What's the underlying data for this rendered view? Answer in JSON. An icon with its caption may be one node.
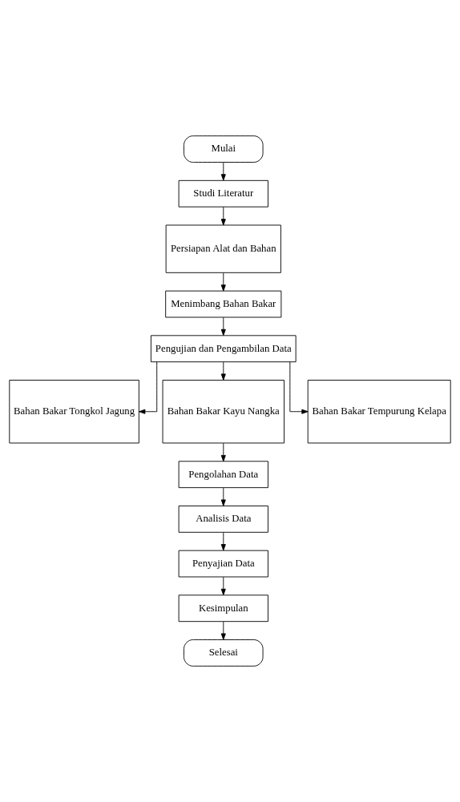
{
  "diagram": {
    "nodes": [
      {
        "text": [
          "Mulai"
        ]
      },
      {
        "text": [
          "Studi Literatur"
        ]
      },
      {
        "text": [
          "Persiapan Alat dan Bahan"
        ]
      },
      {
        "text": [
          "Menimbang Bahan Bakar"
        ]
      },
      {
        "text": [
          "Pengujian dan Pengambilan Data"
        ]
      },
      {
        "text": [
          "Bahan Bakar Tongkol Jagung"
        ]
      },
      {
        "text": [
          "Bahan Bakar Kayu Nangka"
        ]
      },
      {
        "text": [
          "Bahan Bakar Tempurung Kelapa"
        ]
      },
      {
        "text": [
          "Pengolahan Data"
        ]
      },
      {
        "text": [
          "Analisis Data"
        ]
      },
      {
        "text": [
          "Penyajian Data"
        ]
      },
      {
        "text": [
          "Kesimpulan"
        ]
      },
      {
        "text": [
          "Selesai"
        ]
      }
    ],
    "edges": [
      {
        "from": 0,
        "to": 1,
        "arrow": "to"
      },
      {
        "from": 1,
        "to": 2,
        "arrow": "to"
      },
      {
        "from": 2,
        "to": 3,
        "arrow": "to"
      },
      {
        "from": 3,
        "to": 4,
        "arrow": "to"
      },
      {
        "from": 4,
        "to": 5,
        "arrow": "to"
      },
      {
        "from": 4,
        "to": 6,
        "arrow": "to"
      },
      {
        "from": 4,
        "to": 7,
        "arrow": "to"
      },
      {
        "from": 6,
        "to": 8,
        "arrow": "to"
      },
      {
        "from": 8,
        "to": 9,
        "arrow": "to"
      },
      {
        "from": 9,
        "to": 10,
        "arrow": "to"
      },
      {
        "from": 10,
        "to": 11,
        "arrow": "to"
      },
      {
        "from": 11,
        "to": 12,
        "arrow": "to"
      }
    ]
  }
}
